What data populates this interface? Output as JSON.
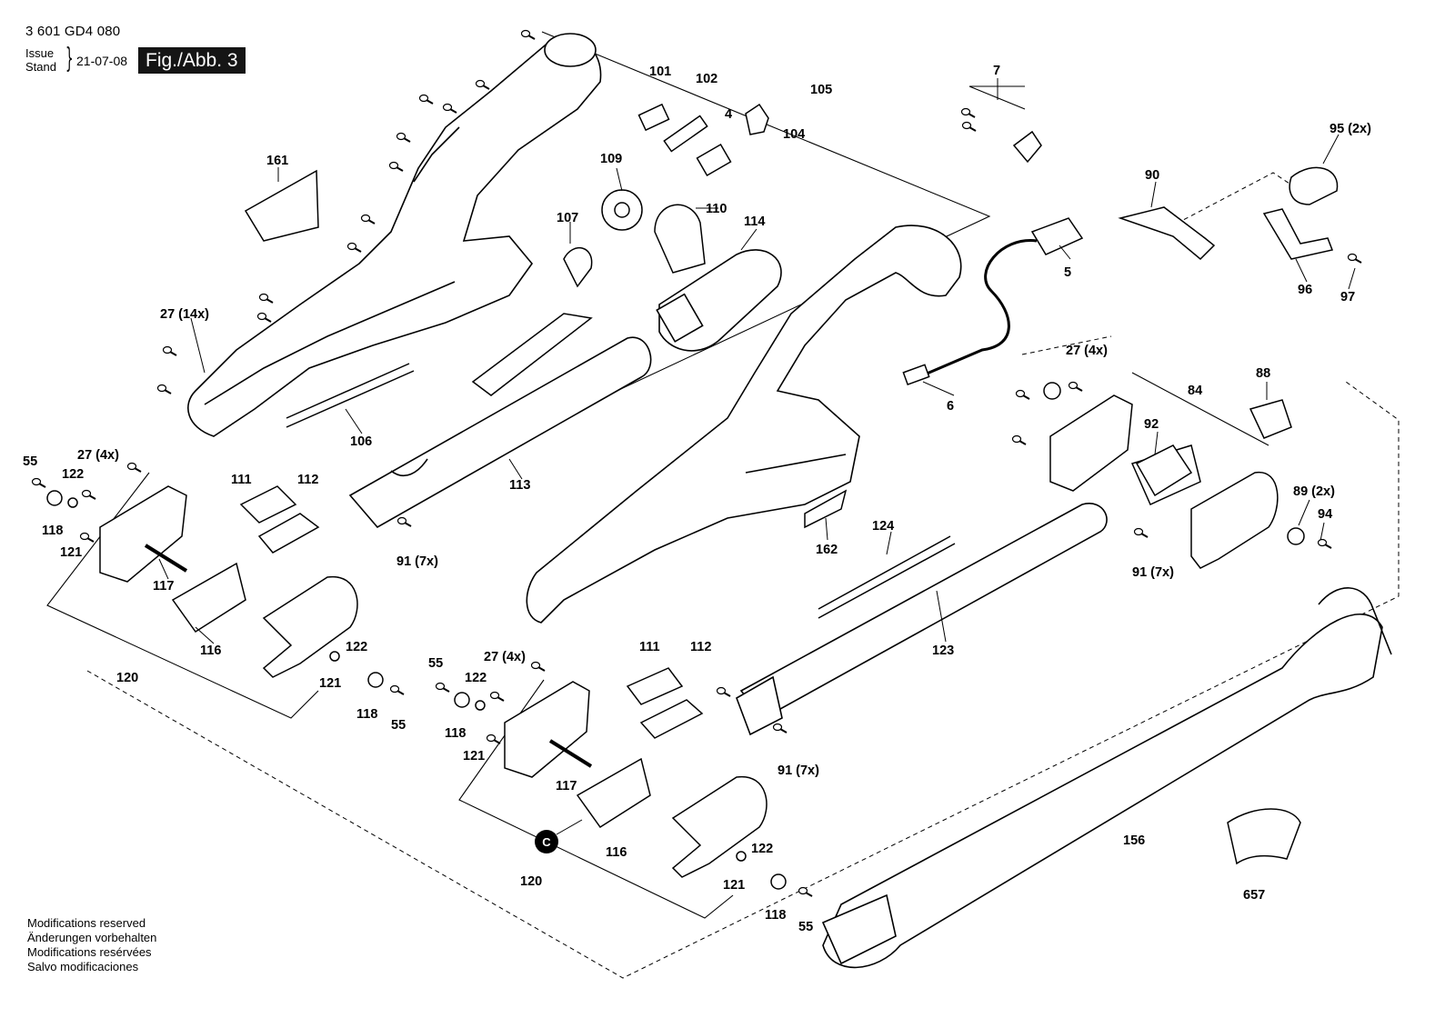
{
  "header": {
    "doc_number": "3 601 GD4 080",
    "issue_label_en": "Issue",
    "issue_label_de": "Stand",
    "issue_date": "21-07-08",
    "figure_label": "Fig./Abb. 3"
  },
  "parts": [
    {
      "label": "161"
    },
    {
      "label": "27 (14x)"
    },
    {
      "label": "106"
    },
    {
      "label": "101"
    },
    {
      "label": "102"
    },
    {
      "label": "4"
    },
    {
      "label": "104"
    },
    {
      "label": "105"
    },
    {
      "label": "109"
    },
    {
      "label": "110"
    },
    {
      "label": "107"
    },
    {
      "label": "114"
    },
    {
      "label": "113"
    },
    {
      "label": "7"
    },
    {
      "label": "90"
    },
    {
      "label": "95 (2x)"
    },
    {
      "label": "5"
    },
    {
      "label": "96"
    },
    {
      "label": "97"
    },
    {
      "label": "6"
    },
    {
      "label": "55"
    },
    {
      "label": "27 (4x)"
    },
    {
      "label": "122"
    },
    {
      "label": "118"
    },
    {
      "label": "121"
    },
    {
      "label": "117"
    },
    {
      "label": "116"
    },
    {
      "label": "120"
    },
    {
      "label": "111"
    },
    {
      "label": "112"
    },
    {
      "label": "91 (7x)"
    },
    {
      "label": "122"
    },
    {
      "label": "121"
    },
    {
      "label": "118"
    },
    {
      "label": "55"
    },
    {
      "label": "162"
    },
    {
      "label": "124"
    },
    {
      "label": "27 (4x)"
    },
    {
      "label": "88"
    },
    {
      "label": "84"
    },
    {
      "label": "92"
    },
    {
      "label": "89 (2x)"
    },
    {
      "label": "94"
    },
    {
      "label": "91 (7x)"
    },
    {
      "label": "123"
    },
    {
      "label": "55"
    },
    {
      "label": "27 (4x)"
    },
    {
      "label": "122"
    },
    {
      "label": "118"
    },
    {
      "label": "121"
    },
    {
      "label": "117"
    },
    {
      "label": "111"
    },
    {
      "label": "112"
    },
    {
      "label": "91 (7x)"
    },
    {
      "label": "116"
    },
    {
      "label": "120"
    },
    {
      "label": "122"
    },
    {
      "label": "121"
    },
    {
      "label": "118"
    },
    {
      "label": "55"
    },
    {
      "label": "156"
    },
    {
      "label": "657"
    }
  ],
  "marker": {
    "label": "C"
  },
  "footer": {
    "lines": [
      "Modifications reserved",
      "Änderungen vorbehalten",
      "Modifications resérvées",
      "Salvo modificaciones"
    ]
  }
}
